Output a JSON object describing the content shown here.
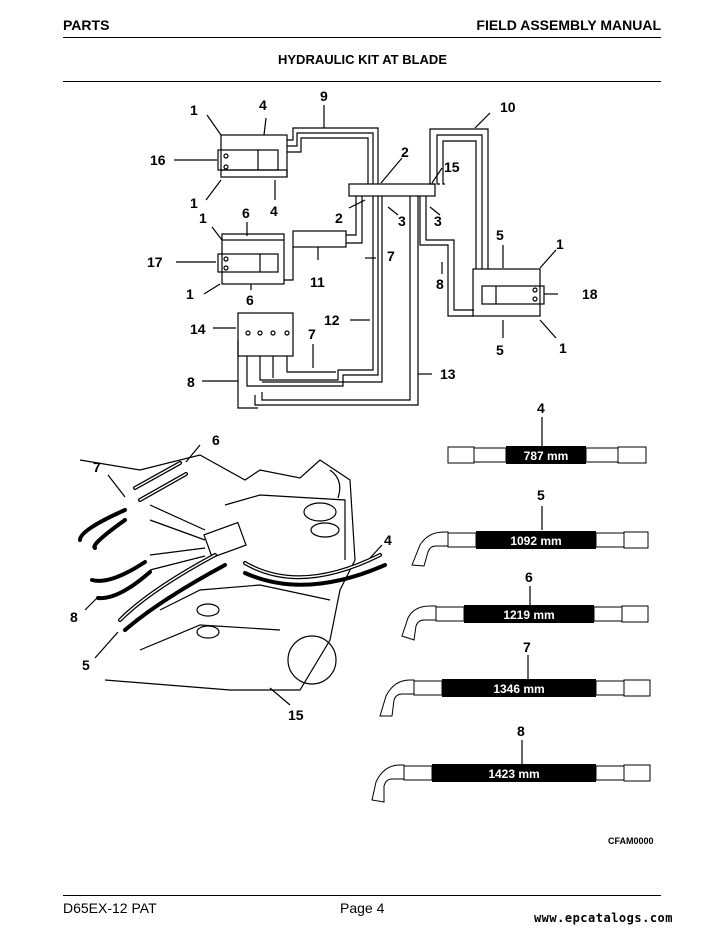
{
  "header": {
    "left": "PARTS",
    "right": "FIELD ASSEMBLY MANUAL"
  },
  "title": "HYDRAULIC KIT AT BLADE",
  "schematic_callouts": [
    "1",
    "4",
    "9",
    "10",
    "16",
    "2",
    "15",
    "1",
    "4",
    "2",
    "3",
    "3",
    "1",
    "6",
    "5",
    "1",
    "17",
    "7",
    "11",
    "8",
    "18",
    "1",
    "6",
    "5",
    "1",
    "14",
    "12",
    "7",
    "8",
    "13"
  ],
  "hoses": [
    {
      "callout": "4",
      "length": "787 mm"
    },
    {
      "callout": "5",
      "length": "1092 mm"
    },
    {
      "callout": "6",
      "length": "1219 mm"
    },
    {
      "callout": "7",
      "length": "1346 mm"
    },
    {
      "callout": "8",
      "length": "1423 mm"
    }
  ],
  "illustration_callouts": {
    "c6": "6",
    "c7": "7",
    "c4": "4",
    "c8": "8",
    "c5": "5",
    "c15": "15"
  },
  "figure_code": "CFAM0000",
  "footer": {
    "model": "D65EX-12 PAT",
    "page": "Page 4",
    "watermark": "www.epcatalogs.com"
  }
}
